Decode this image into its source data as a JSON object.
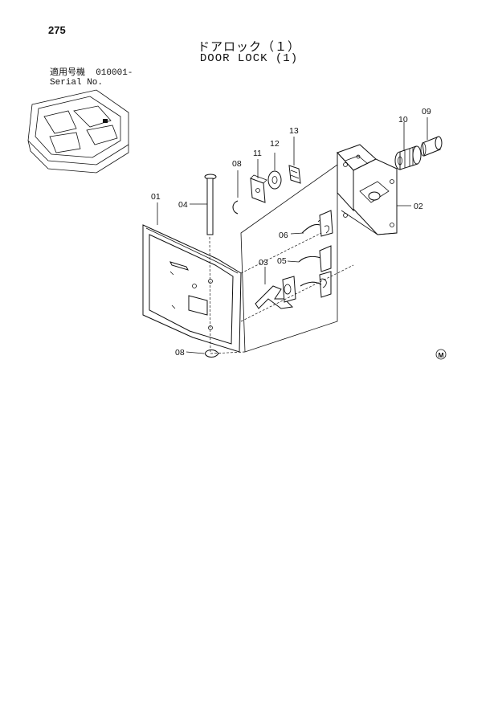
{
  "page": {
    "number": "275",
    "title_jp": "ドアロック（１）",
    "title_en": "DOOR LOCK (1)",
    "serial_label_jp": "適用号機",
    "serial_label_en": "Serial No.",
    "serial_value": "010001-"
  },
  "diagram": {
    "marker": "M",
    "callouts": {
      "p01": "01",
      "p02": "02",
      "p03": "03",
      "p04": "04",
      "p05": "05",
      "p06": "06",
      "p08a": "08",
      "p08b": "08",
      "p09": "09",
      "p10": "10",
      "p11": "11",
      "p12": "12",
      "p13": "13"
    }
  }
}
